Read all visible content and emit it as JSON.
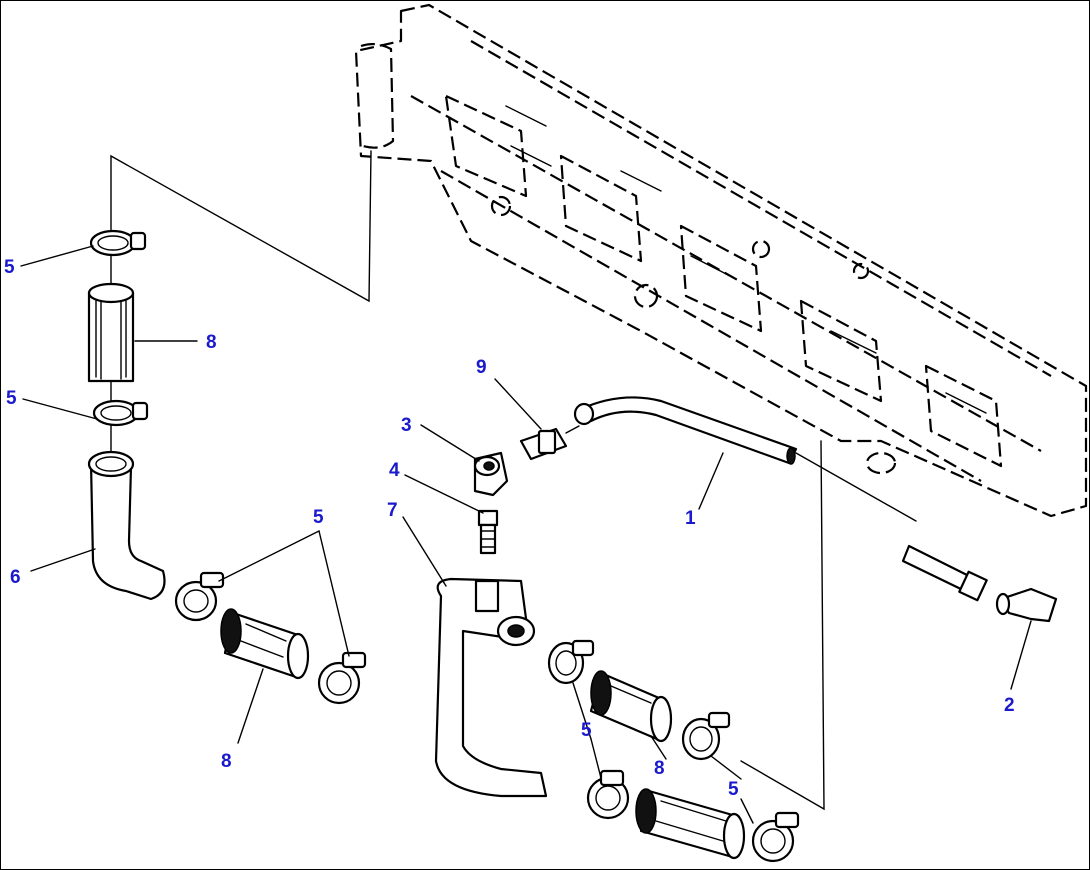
{
  "diagram": {
    "label_color": "#1a1acc",
    "callouts": [
      {
        "id": "c5a",
        "text": "5"
      },
      {
        "id": "c8a",
        "text": "8"
      },
      {
        "id": "c5b",
        "text": "5"
      },
      {
        "id": "c6",
        "text": "6"
      },
      {
        "id": "c5c",
        "text": "5"
      },
      {
        "id": "c8b",
        "text": "8"
      },
      {
        "id": "c9",
        "text": "9"
      },
      {
        "id": "c3",
        "text": "3"
      },
      {
        "id": "c4",
        "text": "4"
      },
      {
        "id": "c7",
        "text": "7"
      },
      {
        "id": "c1",
        "text": "1"
      },
      {
        "id": "c2",
        "text": "2"
      },
      {
        "id": "c5d",
        "text": "5"
      },
      {
        "id": "c8c",
        "text": "8"
      },
      {
        "id": "c5e",
        "text": "5"
      }
    ],
    "parts": [
      "exhaust-manifold",
      "tube",
      "elbow-fitting",
      "tee-fitting",
      "nipple",
      "hose-clamp",
      "elbow-pipe",
      "pipe",
      "hose",
      "connector"
    ]
  }
}
